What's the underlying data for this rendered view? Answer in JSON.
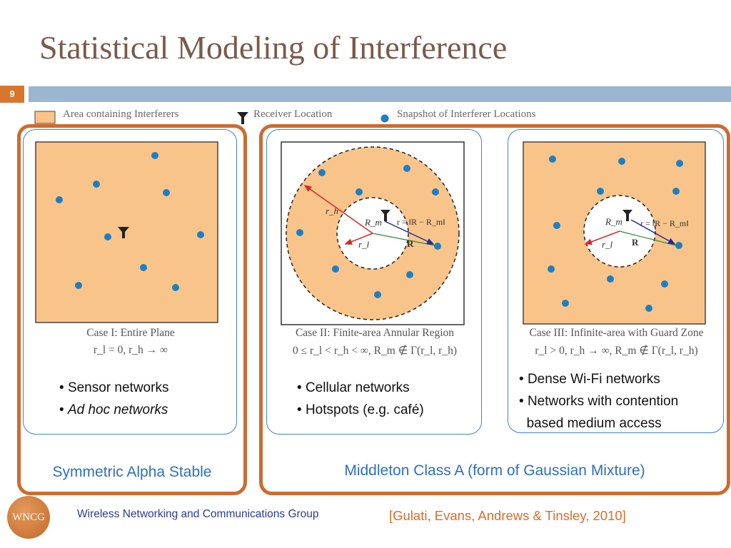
{
  "title": "Statistical Modeling of Interference",
  "slide_number": "9",
  "legend": {
    "area": "Area containing Interferers",
    "receiver": "Receiver Location",
    "snapshot": "Snapshot of Interferer Locations"
  },
  "panels": [
    {
      "caption1": "Case I: Entire Plane",
      "caption2": "r_l = 0, r_h → ∞",
      "bullets": [
        "Sensor networks",
        "Ad hoc networks"
      ]
    },
    {
      "caption1": "Case II: Finite-area Annular Region",
      "caption2": "0 ≤ r_l < r_h < ∞, R_m ∉ Γ(r_l, r_h)",
      "bullets": [
        "Cellular networks",
        "Hotspots (e.g. café)"
      ]
    },
    {
      "caption1": "Case III: Infinite-area with Guard Zone",
      "caption2": "r_l > 0, r_h → ∞, R_m ∉ Γ(r_l, r_h)",
      "bullets": [
        "Dense Wi-Fi networks",
        "Networks with contention",
        "based medium access"
      ]
    }
  ],
  "diagram_labels": {
    "rh": "r_h",
    "rl": "r_l",
    "rm": "R_m",
    "R": "R",
    "r_eq": "r = ‖R − R_m‖"
  },
  "group_labels": {
    "sas": "Symmetric Alpha Stable",
    "middleton": "Middleton Class A (form of Gaussian Mixture)"
  },
  "footer": {
    "logo": "WNCG",
    "group": "Wireless Networking and Communications Group",
    "citation": "[Gulati, Evans, Andrews & Tinsley, 2010]"
  },
  "colors": {
    "area_fill": "#f9c48a",
    "dot": "#1b7fc4",
    "frame": "#cd6b30",
    "panel_border": "#3d86c6",
    "topbar": "#9ab6d0"
  }
}
